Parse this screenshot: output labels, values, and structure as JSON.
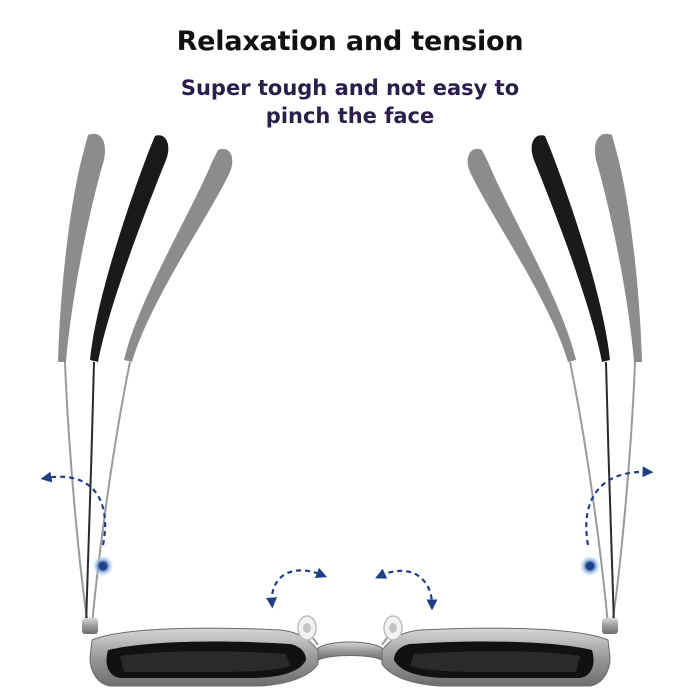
{
  "headline": "Relaxation and tension",
  "subheadline_line1": "Super tough and not easy to",
  "subheadline_line2": "pinch the face",
  "colors": {
    "text_dark": "#111111",
    "subheadline": "#2a1e4a",
    "arrow_blue": "#1f3f86",
    "temple_black": "#1a1a1a",
    "temple_gray": "#8a8a8a",
    "frame_silver": "#a8a8a8"
  }
}
